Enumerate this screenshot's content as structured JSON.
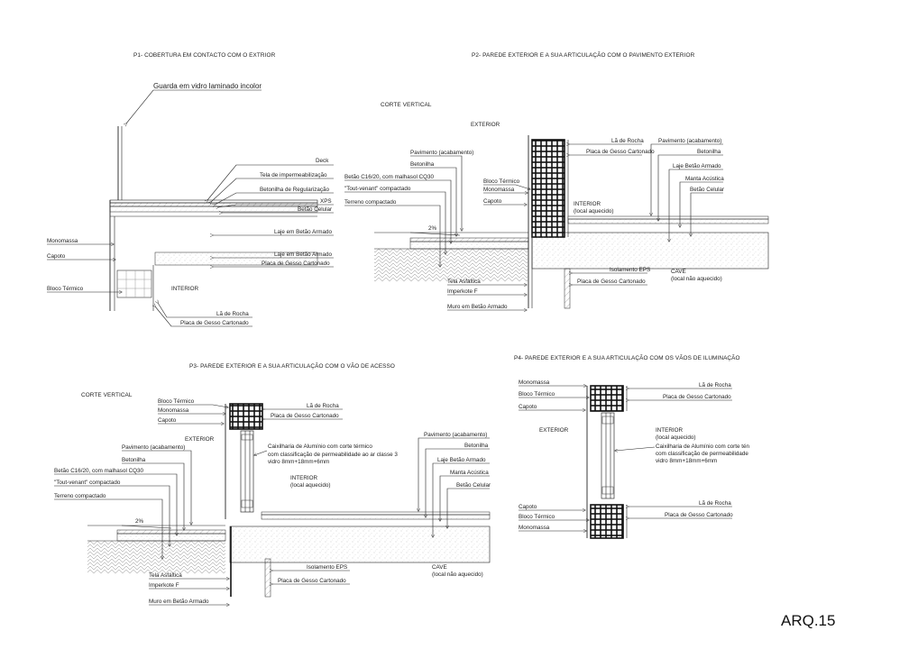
{
  "sheet": "ARQ.15",
  "p1": {
    "title": "P1- COBERTURA EM CONTACTO COM O EXTRIOR",
    "labels": {
      "guarda": "Guarda em vidro laminado incolor",
      "deck": "Deck",
      "tela": "Tela de impermeabilização",
      "betonilha_reg": "Betonilha de Regularização",
      "xps": "XPS",
      "betao_celular": "Betão Celular",
      "laje1": "Laje em Betão Armado",
      "laje2": "Laje em Betão Armado",
      "gesso": "Placa de Gesso Cartonado",
      "monomassa": "Monomassa",
      "capoto": "Capoto",
      "bloco": "Bloco Térmico",
      "interior": "INTERIOR",
      "la": "Lã de Rocha",
      "gesso2": "Placa de Gesso Cartonado"
    }
  },
  "p2": {
    "title": "P2- PAREDE EXTERIOR E A SUA ARTICULAÇÃO COM O PAVIMENTO EXTERIOR",
    "corte": "CORTE VERTICAL",
    "exterior": "EXTERIOR",
    "labels": {
      "pavimento": "Pavimento (acabamento)",
      "betonilha": "Betonilha",
      "betao_c16": "Betão C16/20, com malhasol CQ30",
      "tout": "\"Tout-venant\" compactado",
      "terreno": "Terreno compactado",
      "bloco": "Bloco Térmico",
      "monomassa": "Monomassa",
      "capoto": "Capoto",
      "la": "Lã de Rocha",
      "gesso": "Placa de Gesso Cartonado",
      "pav_r": "Pavimento (acabamento)",
      "betonilha_r": "Betonilha",
      "laje": "Laje Betão Armado",
      "manta": "Manta Acústica",
      "betao_cel": "Betão Celular",
      "interior": "INTERIOR",
      "interior_sub": "(local aquecido)",
      "pct": "2%",
      "tela": "Tela Asfáltica",
      "imperkote": "Imperkote F",
      "muro": "Muro em Betão Armado",
      "eps": "Isolamento EPS",
      "gesso3": "Placa de Gesso Cartonado",
      "cave": "CAVE",
      "cave_sub": "(local não aquecido)"
    }
  },
  "p3": {
    "title": "P3- PAREDE EXTERIOR E A SUA ARTICULAÇÃO COM O VÃO DE ACESSO",
    "corte": "CORTE VERTICAL",
    "labels": {
      "bloco": "Bloco Térmico",
      "monomassa": "Monomassa",
      "capoto": "Capoto",
      "la": "Lã de Rocha",
      "gesso": "Placa de Gesso Cartonado",
      "exterior": "EXTERIOR",
      "pavimento": "Pavimento (acabamento)",
      "betonilha": "Betonilha",
      "betao_c16": "Betão C16/20, com malhasol CQ30",
      "tout": "\"Tout-venant\" compactado",
      "terreno": "Terreno compactado",
      "caix1": "Caixilharia de Alumínio com corte térmico",
      "caix2": "com classificação de permeabilidade ao ar classe 3",
      "caix3": "vidro 8mm+18mm+6mm",
      "interior": "INTERIOR",
      "interior_sub": "(local aquecido)",
      "pav_r": "Pavimento (acabamento)",
      "betonilha_r": "Betonilha",
      "laje": "Laje Betão Armado",
      "manta": "Manta Acústica",
      "betao_cel": "Betão Celular",
      "pct": "2%",
      "tela": "Tela Asfáltica",
      "imperkote": "Imperkote F",
      "muro": "Muro em Betão Armado",
      "eps": "Isolamento EPS",
      "gesso3": "Placa de Gesso Cartonado",
      "cave": "CAVE",
      "cave_sub": "(local não aquecido)"
    }
  },
  "p4": {
    "title": "P4- PAREDE EXTERIOR E A SUA ARTICULAÇÃO COM OS VÃOS DE ILUMINAÇÃO",
    "labels": {
      "monomassa": "Monomassa",
      "bloco": "Bloco Térmico",
      "capoto": "Capoto",
      "la": "Lã de Rocha",
      "gesso": "Placa de Gesso Cartonado",
      "exterior": "EXTERIOR",
      "interior": "INTERIOR",
      "interior_sub": "(local aquecido)",
      "caix1": "Caixilharia de Alumínio com corte tén",
      "caix2": "com classificação de permeabilidade",
      "caix3": "vidro 8mm+18mm+6mm",
      "capoto2": "Capoto",
      "bloco2": "Bloco Térmico",
      "monomassa2": "Monomassa",
      "la2": "Lã de Rocha",
      "gesso2": "Placa de Gesso Cartonado"
    }
  }
}
